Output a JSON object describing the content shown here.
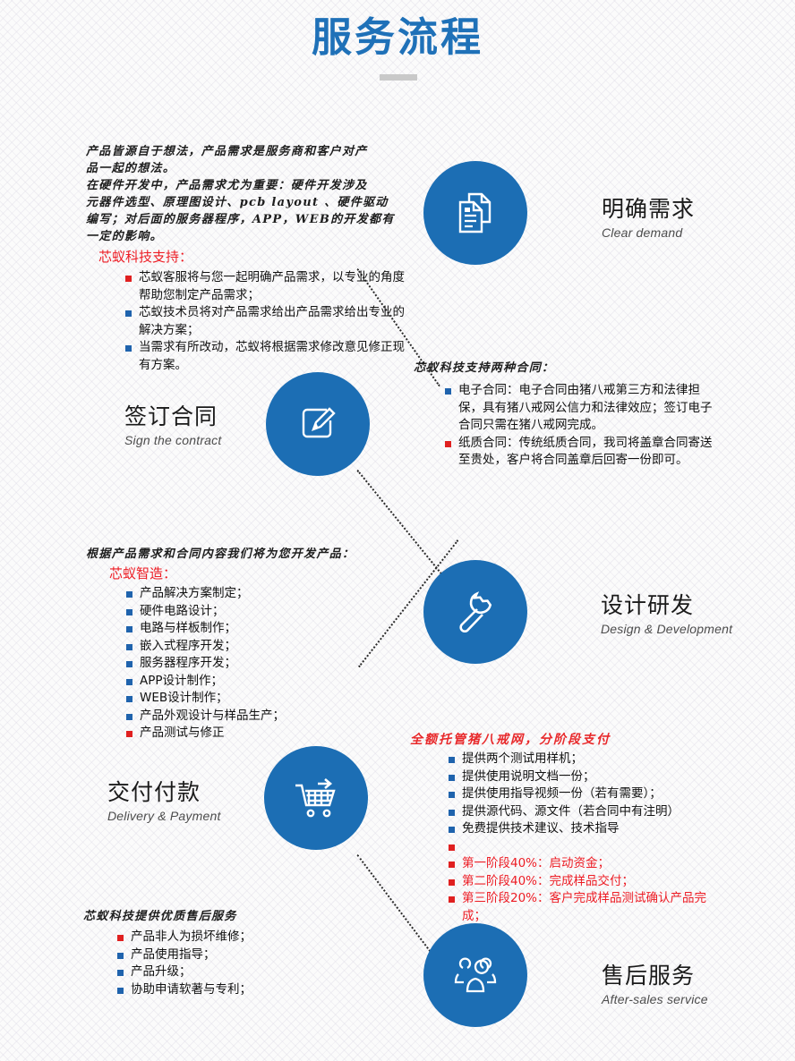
{
  "header": {
    "title": "服务流程",
    "accent_color": "#1f71b8",
    "rule_color": "#c9c9c9"
  },
  "theme": {
    "circle_blue": "#1c6eb4",
    "bullet_blue": "#1f63ad",
    "bullet_red": "#e02020",
    "text_red": "#ed1c24",
    "text_dark": "#111111",
    "background": "#fbfbfb"
  },
  "steps": [
    {
      "index": 1,
      "title_zh": "明确需求",
      "title_en": "Clear demand",
      "icon": "documents-icon",
      "side": "right"
    },
    {
      "index": 2,
      "title_zh": "签订合同",
      "title_en": "Sign the contract",
      "icon": "edit-pencil-square-icon",
      "side": "left"
    },
    {
      "index": 3,
      "title_zh": "设计研发",
      "title_en": "Design & Development",
      "icon": "wrench-icon",
      "side": "right"
    },
    {
      "index": 4,
      "title_zh": "交付付款",
      "title_en": "Delivery & Payment",
      "icon": "shopping-cart-arrow-icon",
      "side": "left"
    },
    {
      "index": 5,
      "title_zh": "售后服务",
      "title_en": "After-sales service",
      "icon": "people-group-icon",
      "side": "right"
    }
  ],
  "sections": {
    "demand": {
      "intro_lines": [
        "产品皆源自于想法，产品需求是服务商和客户对产",
        "品一起的想法。",
        "在硬件开发中，产品需求尤为重要：硬件开发涉及",
        "元器件选型、原理图设计、pcb layout 、硬件驱动",
        "编写；对后面的服务器程序，APP，WEB的开发都有",
        "一定的影响。"
      ],
      "sub_head": "芯蚁科技支持：",
      "bullets": [
        {
          "text": "芯蚁客服将与您一起明确产品需求，以专业的角度帮助您制定产品需求；",
          "bullet": "red",
          "color": "dark"
        },
        {
          "text": "芯蚁技术员将对产品需求给出产品需求给出专业的解决方案；",
          "bullet": "blue",
          "color": "dark"
        },
        {
          "text": "当需求有所改动，芯蚁将根据需求修改意见修正现有方案。",
          "bullet": "blue",
          "color": "dark"
        }
      ]
    },
    "contract": {
      "intro_lines": [
        "芯蚁科技支持两种合同："
      ],
      "bullets": [
        {
          "text": "电子合同：电子合同由猪八戒第三方和法律担保，具有猪八戒网公信力和法律效应；签订电子合同只需在猪八戒网完成。",
          "bullet": "blue",
          "color": "dark"
        },
        {
          "text": "纸质合同：传统纸质合同，我司将盖章合同寄送至贵处，客户将合同盖章后回寄一份即可。",
          "bullet": "red",
          "color": "dark"
        }
      ]
    },
    "design": {
      "intro_lines": [
        "根据产品需求和合同内容我们将为您开发产品："
      ],
      "sub_head": "芯蚁智造：",
      "bullets": [
        {
          "text": "产品解决方案制定；",
          "bullet": "blue",
          "color": "dark"
        },
        {
          "text": "硬件电路设计；",
          "bullet": "blue",
          "color": "dark"
        },
        {
          "text": "电路与样板制作；",
          "bullet": "blue",
          "color": "dark"
        },
        {
          "text": "嵌入式程序开发；",
          "bullet": "blue",
          "color": "dark"
        },
        {
          "text": "服务器程序开发；",
          "bullet": "blue",
          "color": "dark"
        },
        {
          "text": "APP设计制作；",
          "bullet": "blue",
          "color": "dark"
        },
        {
          "text": "WEB设计制作；",
          "bullet": "blue",
          "color": "dark"
        },
        {
          "text": "产品外观设计与样品生产；",
          "bullet": "blue",
          "color": "dark"
        },
        {
          "text": "产品测试与修正",
          "bullet": "red",
          "color": "dark"
        }
      ]
    },
    "payment": {
      "intro_lines": [
        "全额托管猪八戒网，分阶段支付"
      ],
      "bullets": [
        {
          "text": "提供两个测试用样机；",
          "bullet": "blue",
          "color": "dark"
        },
        {
          "text": "提供使用说明文档一份；",
          "bullet": "blue",
          "color": "dark"
        },
        {
          "text": "提供使用指导视频一份（若有需要）；",
          "bullet": "blue",
          "color": "dark"
        },
        {
          "text": "提供源代码、源文件（若合同中有注明）",
          "bullet": "blue",
          "color": "dark"
        },
        {
          "text": "免费提供技术建议、技术指导",
          "bullet": "blue",
          "color": "dark"
        },
        {
          "text": "",
          "bullet": "red",
          "color": "red"
        },
        {
          "text": "第一阶段40%：启动资金；",
          "bullet": "red",
          "color": "red"
        },
        {
          "text": "第二阶段40%：完成样品交付；",
          "bullet": "red",
          "color": "red"
        },
        {
          "text": "第三阶段20%：客户完成样品测试确认产品完成；",
          "bullet": "red",
          "color": "red"
        }
      ]
    },
    "aftersales": {
      "intro_lines": [
        "芯蚁科技提供优质售后服务"
      ],
      "bullets": [
        {
          "text": "产品非人为损坏维修；",
          "bullet": "red",
          "color": "dark"
        },
        {
          "text": "产品使用指导；",
          "bullet": "blue",
          "color": "dark"
        },
        {
          "text": "产品升级；",
          "bullet": "blue",
          "color": "dark"
        },
        {
          "text": "协助申请软著与专利；",
          "bullet": "blue",
          "color": "dark"
        }
      ]
    }
  }
}
